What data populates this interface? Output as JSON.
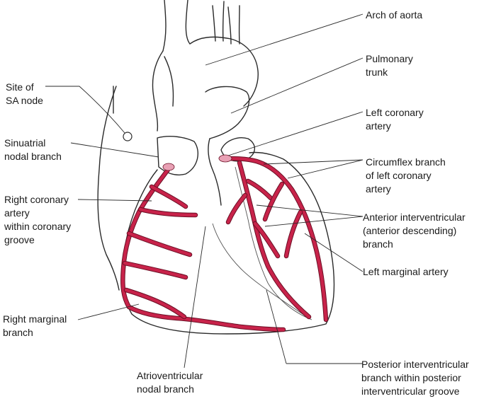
{
  "colors": {
    "artery_fill": "#c8234a",
    "artery_outline": "#6b0f25",
    "artery_light": "#e8a0b4",
    "line": "#2a2a2a"
  },
  "labels": {
    "arch_of_aorta": [
      "Arch of aorta"
    ],
    "pulmonary_trunk": [
      "Pulmonary",
      "trunk"
    ],
    "left_coronary_artery": [
      "Left coronary",
      "artery"
    ],
    "circumflex_branch": [
      "Circumflex branch",
      "of left coronary",
      "artery"
    ],
    "anterior_interventricular": [
      "Anterior interventricular",
      "(anterior descending)",
      "branch"
    ],
    "left_marginal_artery": [
      "Left marginal artery"
    ],
    "posterior_interventricular": [
      "Posterior interventricular",
      "branch within posterior",
      "interventricular groove"
    ],
    "atrioventricular_nodal": [
      "Atrioventricular",
      "nodal branch"
    ],
    "right_marginal_branch": [
      "Right marginal",
      "branch"
    ],
    "right_coronary_artery": [
      "Right coronary",
      "artery",
      "within coronary",
      "groove"
    ],
    "sinuatrial_nodal_branch": [
      "Sinuatrial",
      "nodal branch"
    ],
    "site_of_sa_node": [
      "Site of",
      "SA node"
    ]
  }
}
